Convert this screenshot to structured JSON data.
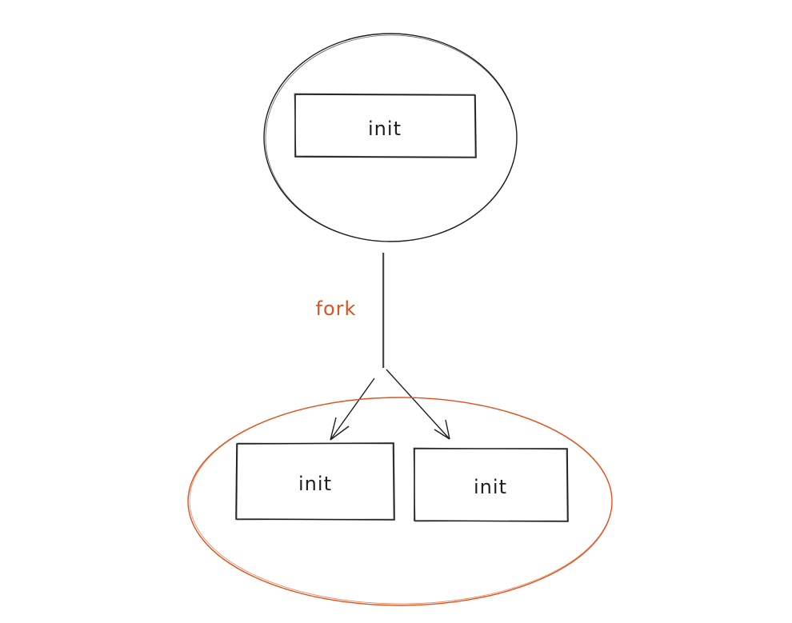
{
  "diagram": {
    "parent": {
      "container": "circle",
      "stroke_color": "#1e1e1e",
      "node": {
        "label": "init"
      }
    },
    "edge": {
      "label": "fork",
      "label_color": "#e0531f"
    },
    "children": {
      "container": "ellipse",
      "stroke_color": "#e0531f",
      "nodes": [
        {
          "label": "init"
        },
        {
          "label": "init"
        }
      ]
    }
  }
}
